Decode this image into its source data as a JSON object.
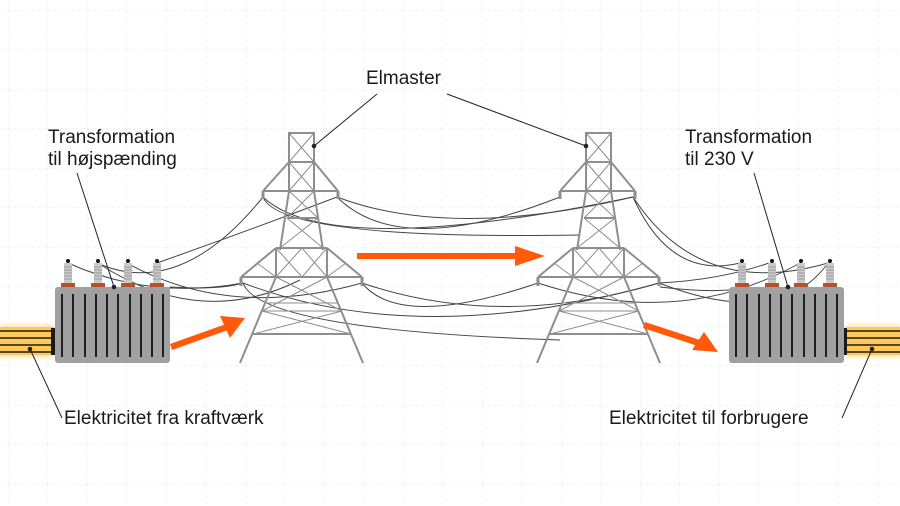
{
  "diagram": {
    "title": "Power transmission from power plant to consumers",
    "labels": {
      "towers": "Elmaster",
      "step_up": [
        "Transformation",
        "til højspænding"
      ],
      "step_down": [
        "Transformation",
        "til 230 V"
      ],
      "source": "Elektricitet fra kraftværk",
      "consumers": "Elektricitet til forbrugere"
    },
    "colors": {
      "background": "#ffffff",
      "grid": "#e6e6e6",
      "tower": "#8e8e8e",
      "wire": "#444444",
      "transformer_body": "#a0a0a0",
      "transformer_fins": "#1f1f1f",
      "bushing": "#c9c9c9",
      "bushing_base": "#b5512b",
      "cable": "#ffc85a",
      "cable_glow": "#ffe2a0",
      "arrow": "#ff5a0a",
      "text": "#1a1a1a"
    },
    "flow_arrows": [
      {
        "name": "transformer-to-tower-arrow",
        "direction": "up-right"
      },
      {
        "name": "between-towers-arrow",
        "direction": "right"
      },
      {
        "name": "tower-to-transformer-arrow",
        "direction": "down-right"
      }
    ],
    "components": [
      "step-up-transformer",
      "left-pylon",
      "right-pylon",
      "step-down-transformer",
      "input-cable",
      "output-cable"
    ]
  }
}
